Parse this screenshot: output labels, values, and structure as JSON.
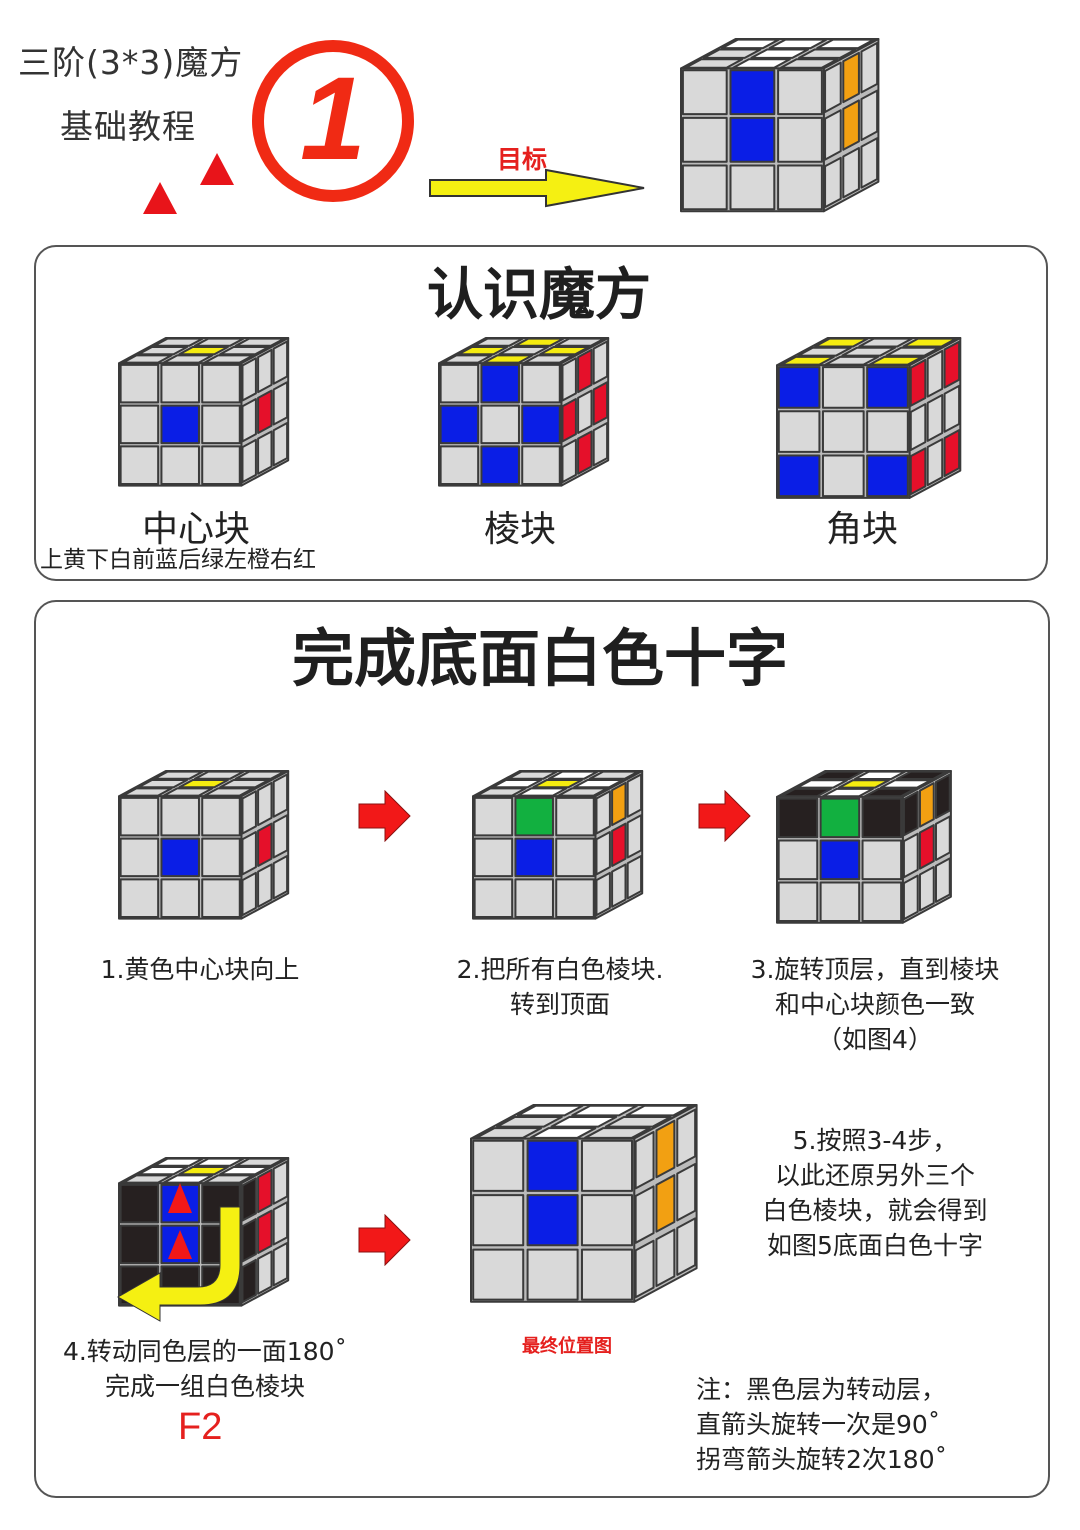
{
  "header": {
    "title_line1": "三阶(3*3)魔方",
    "title_line2": "基础教程",
    "chapter_number": "1",
    "goal_label": "目标",
    "accent_color": "#f02a14"
  },
  "colors": {
    "W": "#d9d9d9",
    "WW": "#ffffff",
    "B": "#0a1ee6",
    "Y": "#f5ec10",
    "R": "#e5102a",
    "O": "#f2a012",
    "G": "#12b040",
    "K": "#262020",
    "border": "#3a3a3a",
    "arrow_yellow": "#f5f012"
  },
  "goal_cube": {
    "top": [
      [
        "WW",
        "WW",
        "WW"
      ],
      [
        "W",
        "WW",
        "W"
      ],
      [
        "W",
        "WW",
        "W"
      ]
    ],
    "front": [
      [
        "W",
        "B",
        "W"
      ],
      [
        "W",
        "B",
        "W"
      ],
      [
        "W",
        "W",
        "W"
      ]
    ],
    "side": [
      [
        "W",
        "O",
        "W"
      ],
      [
        "W",
        "O",
        "W"
      ],
      [
        "W",
        "W",
        "W"
      ]
    ]
  },
  "section_know": {
    "title": "认识魔方",
    "items": [
      {
        "label": "中心块",
        "sublabel": "上黄下白前蓝后绿左橙右红",
        "cube": {
          "top": [
            [
              "W",
              "W",
              "W"
            ],
            [
              "W",
              "Y",
              "W"
            ],
            [
              "W",
              "W",
              "W"
            ]
          ],
          "front": [
            [
              "W",
              "W",
              "W"
            ],
            [
              "W",
              "B",
              "W"
            ],
            [
              "W",
              "W",
              "W"
            ]
          ],
          "side": [
            [
              "W",
              "W",
              "W"
            ],
            [
              "W",
              "R",
              "W"
            ],
            [
              "W",
              "W",
              "W"
            ]
          ]
        }
      },
      {
        "label": "棱块",
        "sublabel": "",
        "cube": {
          "top": [
            [
              "W",
              "Y",
              "W"
            ],
            [
              "Y",
              "W",
              "Y"
            ],
            [
              "W",
              "Y",
              "W"
            ]
          ],
          "front": [
            [
              "W",
              "B",
              "W"
            ],
            [
              "B",
              "W",
              "B"
            ],
            [
              "W",
              "B",
              "W"
            ]
          ],
          "side": [
            [
              "W",
              "R",
              "W"
            ],
            [
              "R",
              "W",
              "R"
            ],
            [
              "W",
              "R",
              "W"
            ]
          ]
        }
      },
      {
        "label": "角块",
        "sublabel": "",
        "cube": {
          "top": [
            [
              "Y",
              "W",
              "Y"
            ],
            [
              "W",
              "W",
              "W"
            ],
            [
              "Y",
              "W",
              "Y"
            ]
          ],
          "front": [
            [
              "B",
              "W",
              "B"
            ],
            [
              "W",
              "W",
              "W"
            ],
            [
              "B",
              "W",
              "B"
            ]
          ],
          "side": [
            [
              "R",
              "W",
              "R"
            ],
            [
              "W",
              "W",
              "W"
            ],
            [
              "R",
              "W",
              "R"
            ]
          ]
        }
      }
    ]
  },
  "section_cross": {
    "title": "完成底面白色十字",
    "steps": [
      {
        "text_lines": [
          "1.黄色中心块向上"
        ],
        "cube": {
          "top": [
            [
              "W",
              "W",
              "W"
            ],
            [
              "W",
              "Y",
              "W"
            ],
            [
              "W",
              "W",
              "W"
            ]
          ],
          "front": [
            [
              "W",
              "W",
              "W"
            ],
            [
              "W",
              "B",
              "W"
            ],
            [
              "W",
              "W",
              "W"
            ]
          ],
          "side": [
            [
              "W",
              "W",
              "W"
            ],
            [
              "W",
              "R",
              "W"
            ],
            [
              "W",
              "W",
              "W"
            ]
          ]
        }
      },
      {
        "text_lines": [
          "2.把所有白色棱块.",
          "转到顶面"
        ],
        "cube": {
          "top": [
            [
              "W",
              "WW",
              "W"
            ],
            [
              "WW",
              "Y",
              "WW"
            ],
            [
              "W",
              "WW",
              "W"
            ]
          ],
          "front": [
            [
              "W",
              "G",
              "W"
            ],
            [
              "W",
              "B",
              "W"
            ],
            [
              "W",
              "W",
              "W"
            ]
          ],
          "side": [
            [
              "W",
              "O",
              "W"
            ],
            [
              "W",
              "R",
              "W"
            ],
            [
              "W",
              "W",
              "W"
            ]
          ]
        }
      },
      {
        "text_lines": [
          "3.旋转顶层，直到棱块",
          "和中心块颜色一致",
          "（如图4）"
        ],
        "cube": {
          "top": [
            [
              "K",
              "WW",
              "K"
            ],
            [
              "WW",
              "Y",
              "WW"
            ],
            [
              "K",
              "WW",
              "K"
            ]
          ],
          "front": [
            [
              "K",
              "G",
              "K"
            ],
            [
              "W",
              "B",
              "W"
            ],
            [
              "W",
              "W",
              "W"
            ]
          ],
          "side": [
            [
              "K",
              "O",
              "K"
            ],
            [
              "W",
              "R",
              "W"
            ],
            [
              "W",
              "W",
              "W"
            ]
          ]
        }
      },
      {
        "text_lines": [
          "4.转动同色层的一面180˚",
          "完成一组白色棱块"
        ],
        "move_notation": "F2",
        "cube": {
          "top": [
            [
              "WW",
              "WW",
              "W"
            ],
            [
              "WW",
              "Y",
              "WW"
            ],
            [
              "W",
              "WW",
              "W"
            ]
          ],
          "front": [
            [
              "K",
              "B",
              "K"
            ],
            [
              "K",
              "B",
              "K"
            ],
            [
              "K",
              "K",
              "K"
            ]
          ],
          "side": [
            [
              "K",
              "R",
              "W"
            ],
            [
              "K",
              "R",
              "W"
            ],
            [
              "K",
              "W",
              "W"
            ]
          ]
        }
      },
      {
        "caption": "最终位置图",
        "text_lines": [
          "5.按照3-4步，",
          "以此还原另外三个",
          "白色棱块，就会得到",
          "如图5底面白色十字"
        ],
        "cube": {
          "top": [
            [
              "WW",
              "WW",
              "WW"
            ],
            [
              "W",
              "WW",
              "W"
            ],
            [
              "W",
              "WW",
              "W"
            ]
          ],
          "front": [
            [
              "W",
              "B",
              "W"
            ],
            [
              "W",
              "B",
              "W"
            ],
            [
              "W",
              "W",
              "W"
            ]
          ],
          "side": [
            [
              "W",
              "O",
              "W"
            ],
            [
              "W",
              "O",
              "W"
            ],
            [
              "W",
              "W",
              "W"
            ]
          ]
        }
      }
    ],
    "note_lines": [
      "注：黑色层为转动层，",
      "直箭头旋转一次是90˚",
      "拐弯箭头旋转2次180˚"
    ]
  }
}
